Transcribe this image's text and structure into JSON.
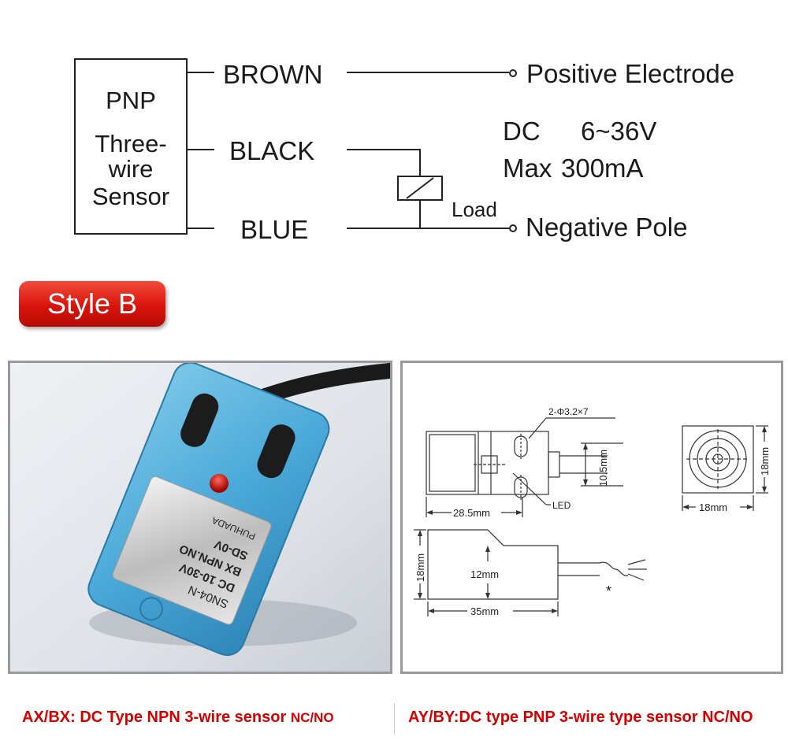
{
  "wiring": {
    "sensor_type": "PNP",
    "sensor_desc_line1": "Three-",
    "sensor_desc_line2": "wire",
    "sensor_desc_line3": "Sensor",
    "wire_brown": "BROWN",
    "wire_black": "BLACK",
    "wire_blue": "BLUE",
    "positive": "Positive Electrode",
    "negative": "Negative Pole",
    "load": "Load",
    "dc_label": "DC",
    "voltage": "6~36V",
    "max_label": "Max",
    "current": "300mA"
  },
  "style_badge": "Style B",
  "photo": {
    "label_line1": "SN04-N",
    "label_line2": "DC 10-30V",
    "label_line3": "BX NPN.NO",
    "label_line4": "SD-0V",
    "brand": "PUHUADA"
  },
  "drawing": {
    "hole_label": "2-Φ3.2×7",
    "dim_width_top": "28.5mm",
    "dim_height_side": "10.5mm",
    "led_label": "LED",
    "dim_height_front": "18mm",
    "dim_width_front": "18mm",
    "dim_height_bottom": "18mm",
    "dim_inner": "12mm",
    "dim_length": "35mm",
    "star": "*"
  },
  "captions": {
    "left_main": "AX/BX: DC Type NPN 3-wire sensor",
    "left_suffix": "NC/NO",
    "right": "AY/BY:DC type PNP 3-wire type sensor NC/NO"
  },
  "colors": {
    "badge_red": "#d8140b",
    "caption_red": "#d40000",
    "sensor_blue": "#5fb6dd",
    "led_red": "#c40a0a"
  }
}
